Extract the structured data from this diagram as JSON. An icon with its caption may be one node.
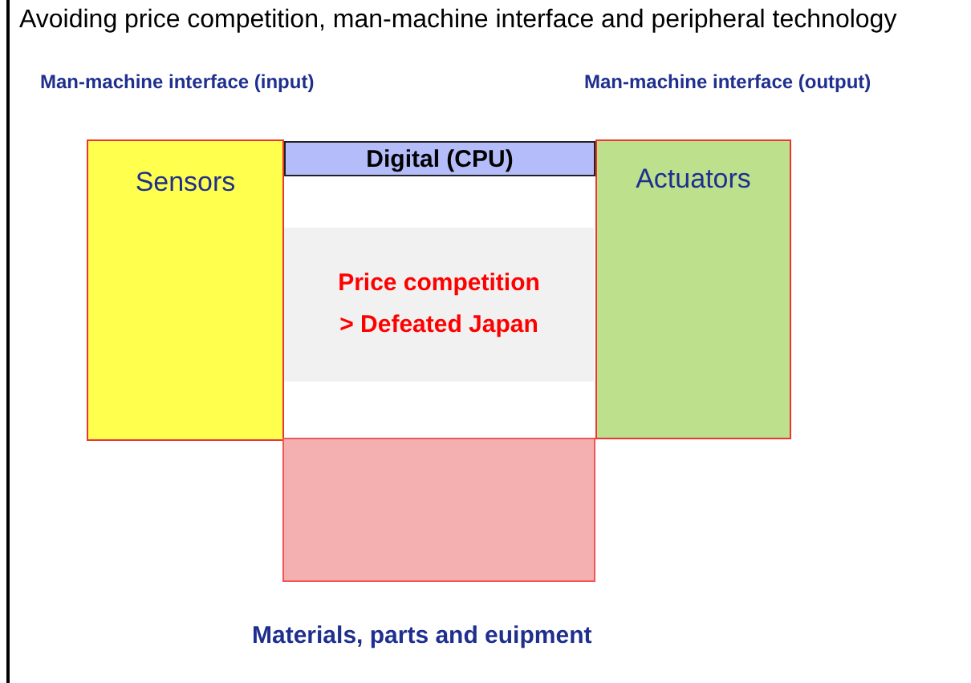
{
  "diagram": {
    "title": "Avoiding price competition, man-machine interface and peripheral technology",
    "nodes": [
      {
        "text": [
          "Sensors"
        ]
      },
      {
        "text": [
          "Digital (CPU)"
        ]
      },
      {
        "text": [
          "Price competition > Defeated Japan"
        ]
      },
      {
        "text": [
          "Actuators"
        ]
      },
      {
        "text": [],
        "shape": "box"
      }
    ],
    "labels": [
      "Man-machine interface (input)",
      "Man-machine interface (output)",
      "Materials, parts and euipment"
    ]
  }
}
